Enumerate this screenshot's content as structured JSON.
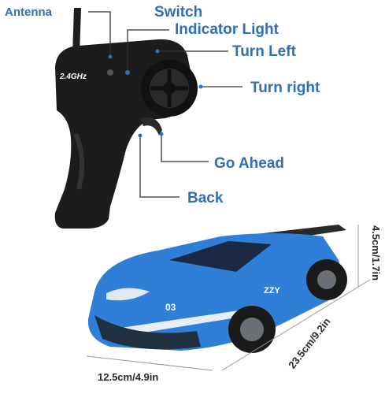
{
  "callouts": {
    "antenna": "Antenna",
    "switch": "Switch",
    "indicator_light": "Indicator Light",
    "turn_left": "Turn Left",
    "turn_right": "Turn right",
    "go_ahead": "Go Ahead",
    "back": "Back"
  },
  "remote": {
    "frequency_label": "2.4GHz"
  },
  "car": {
    "decal_text": "ZZY",
    "number": "03"
  },
  "dimensions": {
    "width": "12.5cm/4.9in",
    "length": "23.5cm/9.2in",
    "height": "4.5cm/1.7in"
  },
  "colors": {
    "label_blue": "#2f6fb5",
    "car_blue": "#2f7fd8",
    "remote_black": "#1c1c1c"
  }
}
